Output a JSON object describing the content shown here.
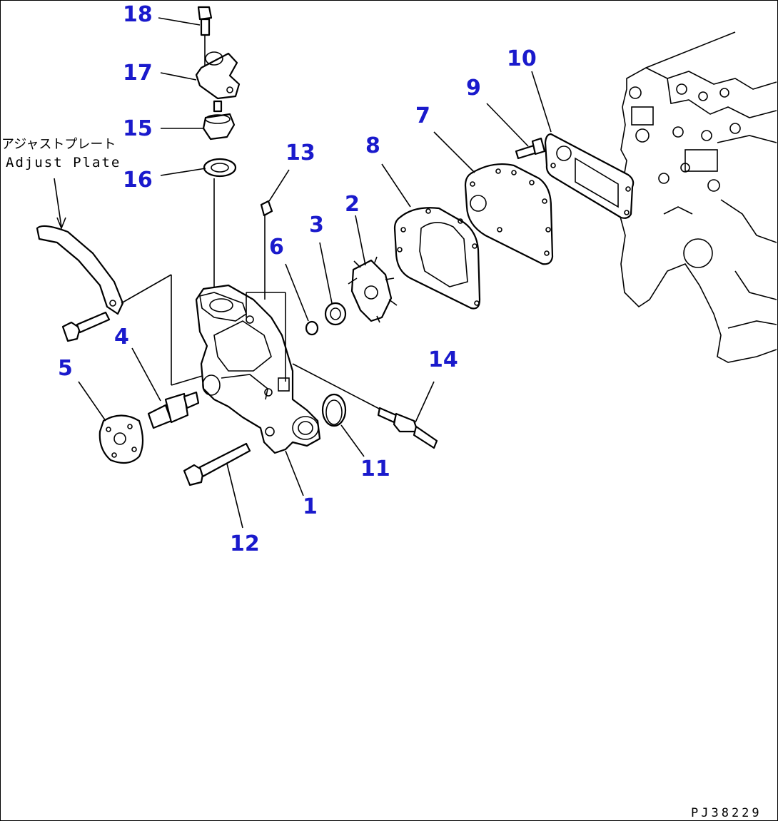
{
  "diagram": {
    "adjust_plate_label_jp": "アジャストプレート",
    "adjust_plate_label_en": "Adjust Plate",
    "drawing_code": "PJ38229",
    "callouts": {
      "c18": "18",
      "c17": "17",
      "c15": "15",
      "c16": "16",
      "c13": "13",
      "c10": "10",
      "c9": "9",
      "c7": "7",
      "c8": "8",
      "c2": "2",
      "c3": "3",
      "c6": "6",
      "c4": "4",
      "c5": "5",
      "c14": "14",
      "c11": "11",
      "c1": "1",
      "c12": "12"
    },
    "callout_color": "#1a1acc"
  }
}
